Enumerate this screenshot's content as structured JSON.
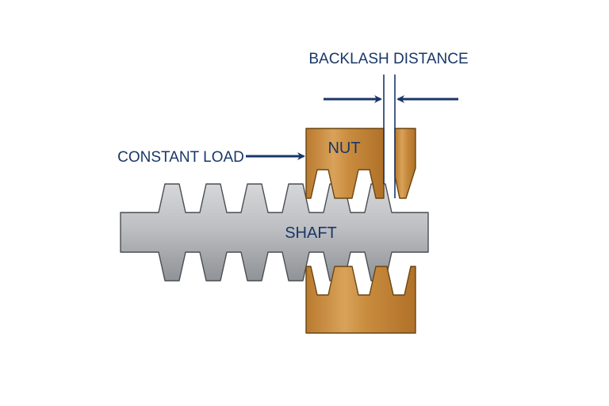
{
  "labels": {
    "backlash": "BACKLASH DISTANCE",
    "constant_load": "CONSTANT LOAD",
    "nut": "NUT",
    "shaft": "SHAFT"
  },
  "colors": {
    "label_text": "#1a3768",
    "arrow": "#1a3768",
    "shaft_fill": "#aeb0b3",
    "shaft_stroke": "#4a4d52",
    "nut_fill": "#c78a3c",
    "nut_stroke": "#6a4512"
  }
}
